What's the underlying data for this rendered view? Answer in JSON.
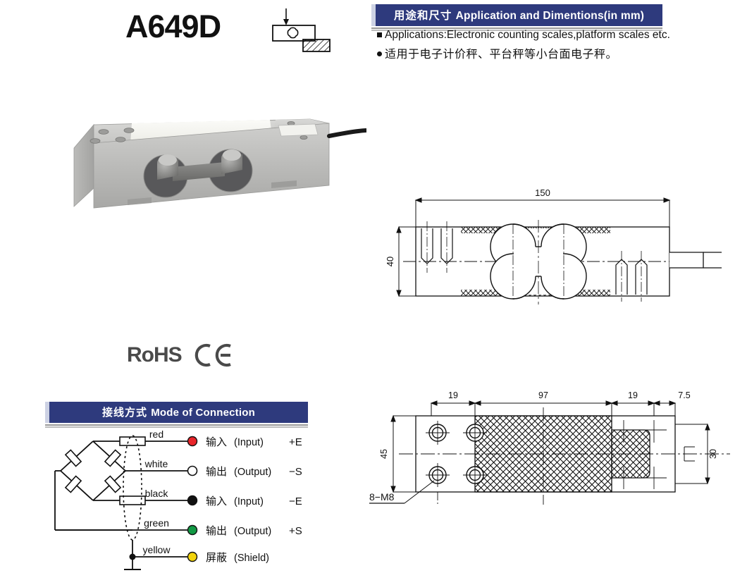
{
  "product": {
    "model": "A649D",
    "photo_alt": "single-point aluminium load cell"
  },
  "application_section": {
    "banner_cn": "用途和尺寸 ",
    "banner_en": "Application and Dimentions(in mm)",
    "items": [
      {
        "bullet": "square",
        "text": "Applications:Electronic counting scales,platform scales etc."
      },
      {
        "bullet": "circle",
        "text": "适用于电子计价秤、平台秤等小台面电子秤。"
      }
    ]
  },
  "certifications": {
    "rohs": "RoHS",
    "ce": "CE"
  },
  "connection_section": {
    "banner_cn": "接线方式 ",
    "banner_en": "Mode of Connection",
    "wires": [
      {
        "color_label": "red",
        "dot_color": "#e8252a",
        "filled": true,
        "cn": "输入",
        "en": "(Input)",
        "signal": "+E"
      },
      {
        "color_label": "white",
        "dot_color": "#ffffff",
        "filled": false,
        "cn": "输出",
        "en": "(Output)",
        "signal": "−S"
      },
      {
        "color_label": "black",
        "dot_color": "#111111",
        "filled": true,
        "cn": "输入",
        "en": "(Input)",
        "signal": "−E"
      },
      {
        "color_label": "green",
        "dot_color": "#119944",
        "filled": true,
        "cn": "输出",
        "en": "(Output)",
        "signal": "+S"
      },
      {
        "color_label": "yellow",
        "dot_color": "#f2d40c",
        "filled": true,
        "cn": "屏蔽",
        "en": "(Shield)",
        "signal": ""
      }
    ]
  },
  "drawings": {
    "side_view": {
      "length": "150",
      "height": "40"
    },
    "top_view": {
      "seg_left": "19",
      "seg_mid": "97",
      "seg_right": "19",
      "seg_end": "7.5",
      "width": "45",
      "inner_width": "30",
      "thread_callout": "8−M8"
    }
  }
}
